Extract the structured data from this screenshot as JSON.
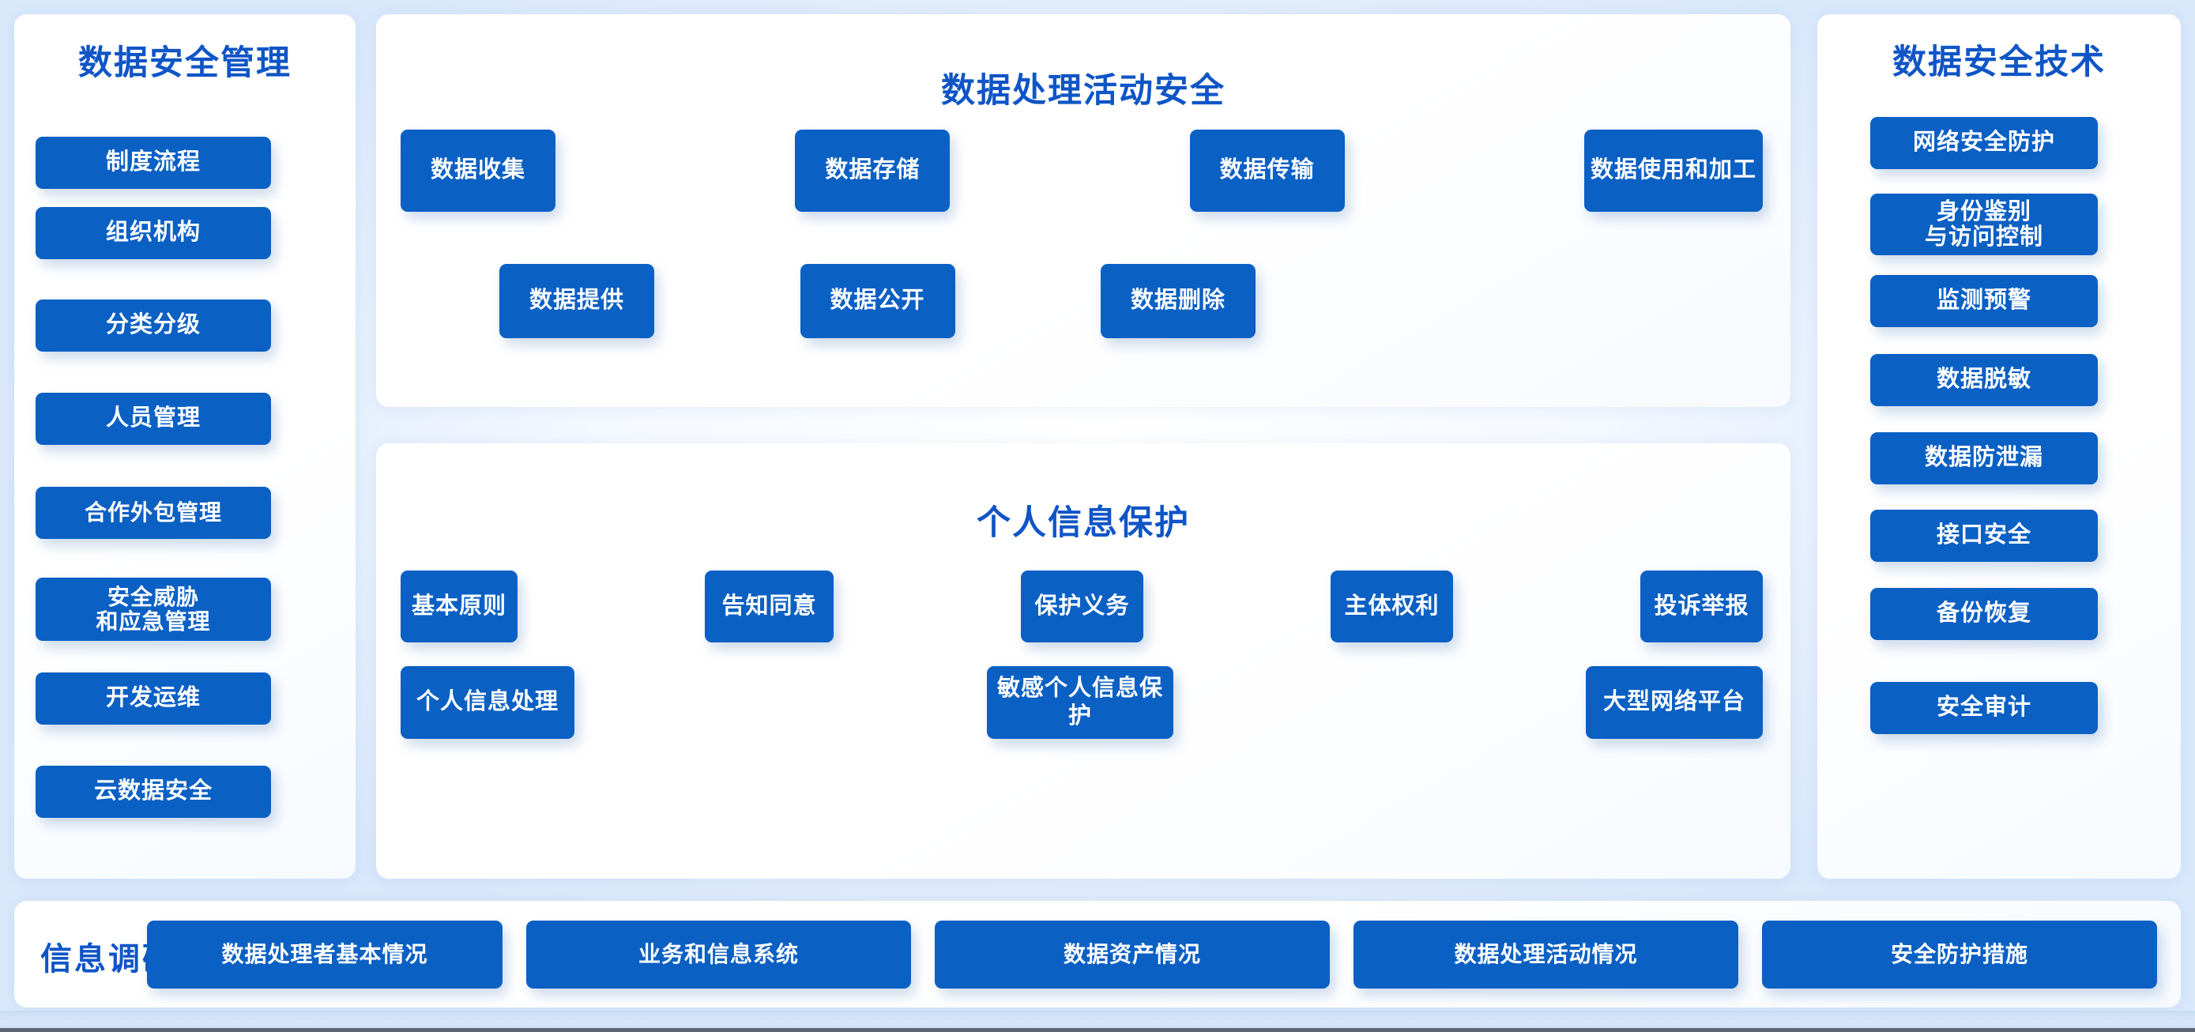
{
  "theme": {
    "chip_blue": "#0b60c4",
    "title_blue": "#0f55c6",
    "panel_white": "#ffffff",
    "page_bg": "#e4eefc"
  },
  "left_panel": {
    "title": "数据安全管理",
    "items": [
      {
        "label": "制度流程"
      },
      {
        "label": "组织机构"
      },
      {
        "label": "分类分级"
      },
      {
        "label": "人员管理"
      },
      {
        "label": "合作外包管理"
      },
      {
        "label": "安全威胁\n和应急管理"
      },
      {
        "label": "开发运维"
      },
      {
        "label": "云数据安全"
      }
    ]
  },
  "center_top_panel": {
    "title": "数据处理活动安全",
    "row1": [
      {
        "label": "数据收集"
      },
      {
        "label": "数据存储"
      },
      {
        "label": "数据传输"
      },
      {
        "label": "数据使用和加工"
      }
    ],
    "row2": [
      {
        "label": "数据提供"
      },
      {
        "label": "数据公开"
      },
      {
        "label": "数据删除"
      }
    ]
  },
  "center_bottom_panel": {
    "title": "个人信息保护",
    "row1": [
      {
        "label": "基本原则"
      },
      {
        "label": "告知同意"
      },
      {
        "label": "保护义务"
      },
      {
        "label": "主体权利"
      },
      {
        "label": "投诉举报"
      }
    ],
    "row2": [
      {
        "label": "个人信息处理"
      },
      {
        "label": "敏感个人信息保护"
      },
      {
        "label": "大型网络平台"
      }
    ]
  },
  "right_panel": {
    "title": "数据安全技术",
    "items": [
      {
        "label": "网络安全防护"
      },
      {
        "label": "身份鉴别\n与访问控制"
      },
      {
        "label": "监测预警"
      },
      {
        "label": "数据脱敏"
      },
      {
        "label": "数据防泄漏"
      },
      {
        "label": "接口安全"
      },
      {
        "label": "备份恢复"
      },
      {
        "label": "安全审计"
      }
    ]
  },
  "footer_panel": {
    "label": "信息调研",
    "items": [
      {
        "label": "数据处理者基本情况"
      },
      {
        "label": "业务和信息系统"
      },
      {
        "label": "数据资产情况"
      },
      {
        "label": "数据处理活动情况"
      },
      {
        "label": "安全防护措施"
      }
    ]
  }
}
